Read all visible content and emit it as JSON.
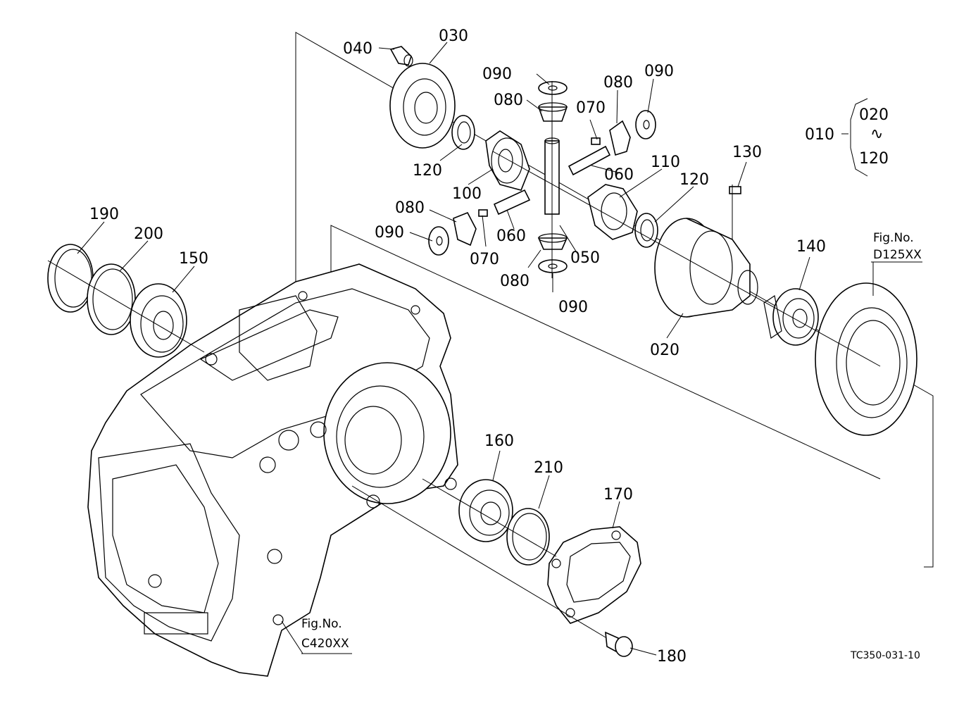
{
  "callouts": {
    "p010": "010",
    "p020_range": "020",
    "tilde": "∿",
    "p120_range": "120",
    "p020": "020",
    "p030": "030",
    "p040": "040",
    "p050": "050",
    "p060a": "060",
    "p060b": "060",
    "p070a": "070",
    "p070b": "070",
    "p080a": "080",
    "p080b": "080",
    "p080c": "080",
    "p080d": "080",
    "p090a": "090",
    "p090b": "090",
    "p090c": "090",
    "p090d": "090",
    "p100": "100",
    "p110": "110",
    "p120a": "120",
    "p120b": "120",
    "p130": "130",
    "p140": "140",
    "p150": "150",
    "p160": "160",
    "p170": "170",
    "p180": "180",
    "p190": "190",
    "p200": "200",
    "p210": "210"
  },
  "references": {
    "fig_d_label": "Fig.No.",
    "fig_d_code": "D125XX",
    "fig_c_label": "Fig.No.",
    "fig_c_code": "C420XX"
  },
  "drawing_code": "TC350-031-10"
}
